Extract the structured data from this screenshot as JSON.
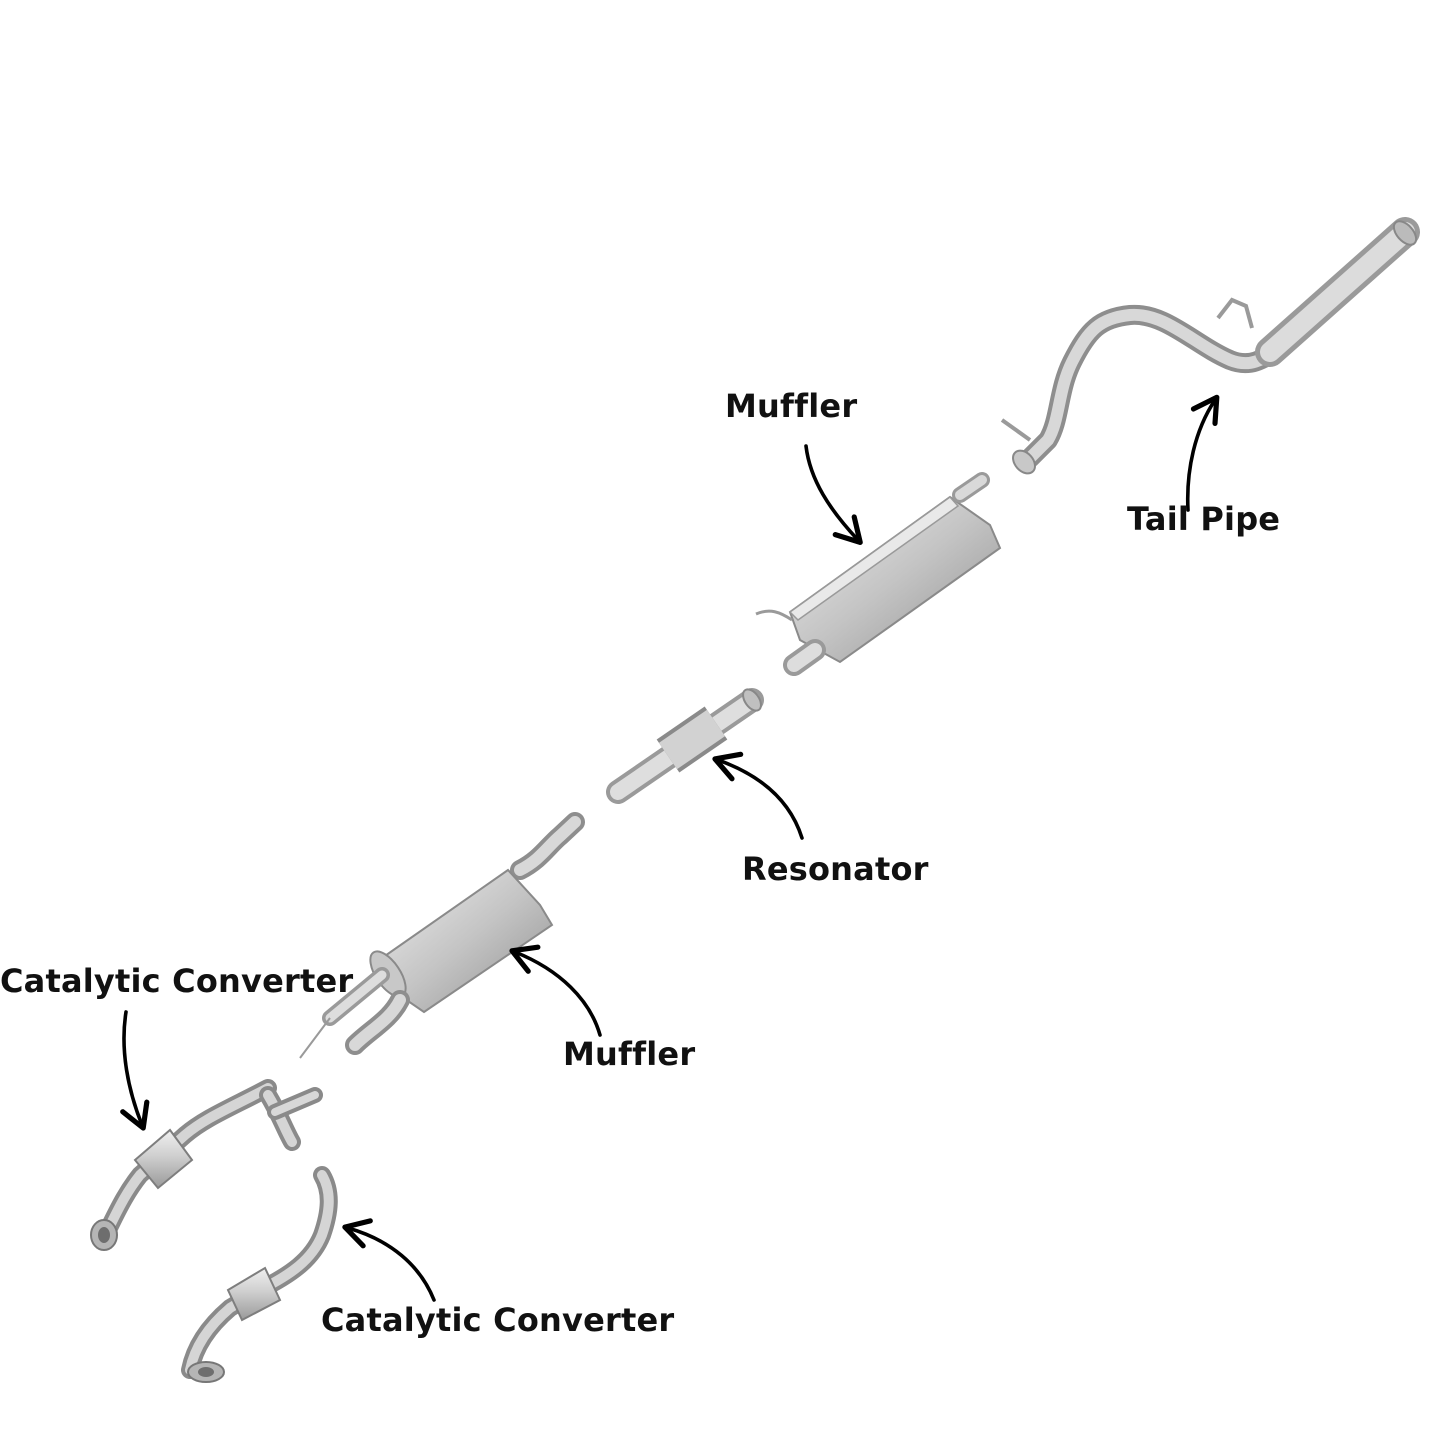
{
  "labels": {
    "muffler_rear": "Muffler",
    "tail_pipe": "Tail Pipe",
    "resonator": "Resonator",
    "catalytic_converter_left": "Catalytic Converter",
    "muffler_front": "Muffler",
    "catalytic_converter_right": "Catalytic Converter"
  },
  "colors": {
    "label_text": "#111111",
    "arrow": "#000000",
    "metal_light": "#e4e4e4",
    "metal_mid": "#bdbdbd",
    "metal_dark": "#8a8a8a",
    "background": "#ffffff"
  }
}
